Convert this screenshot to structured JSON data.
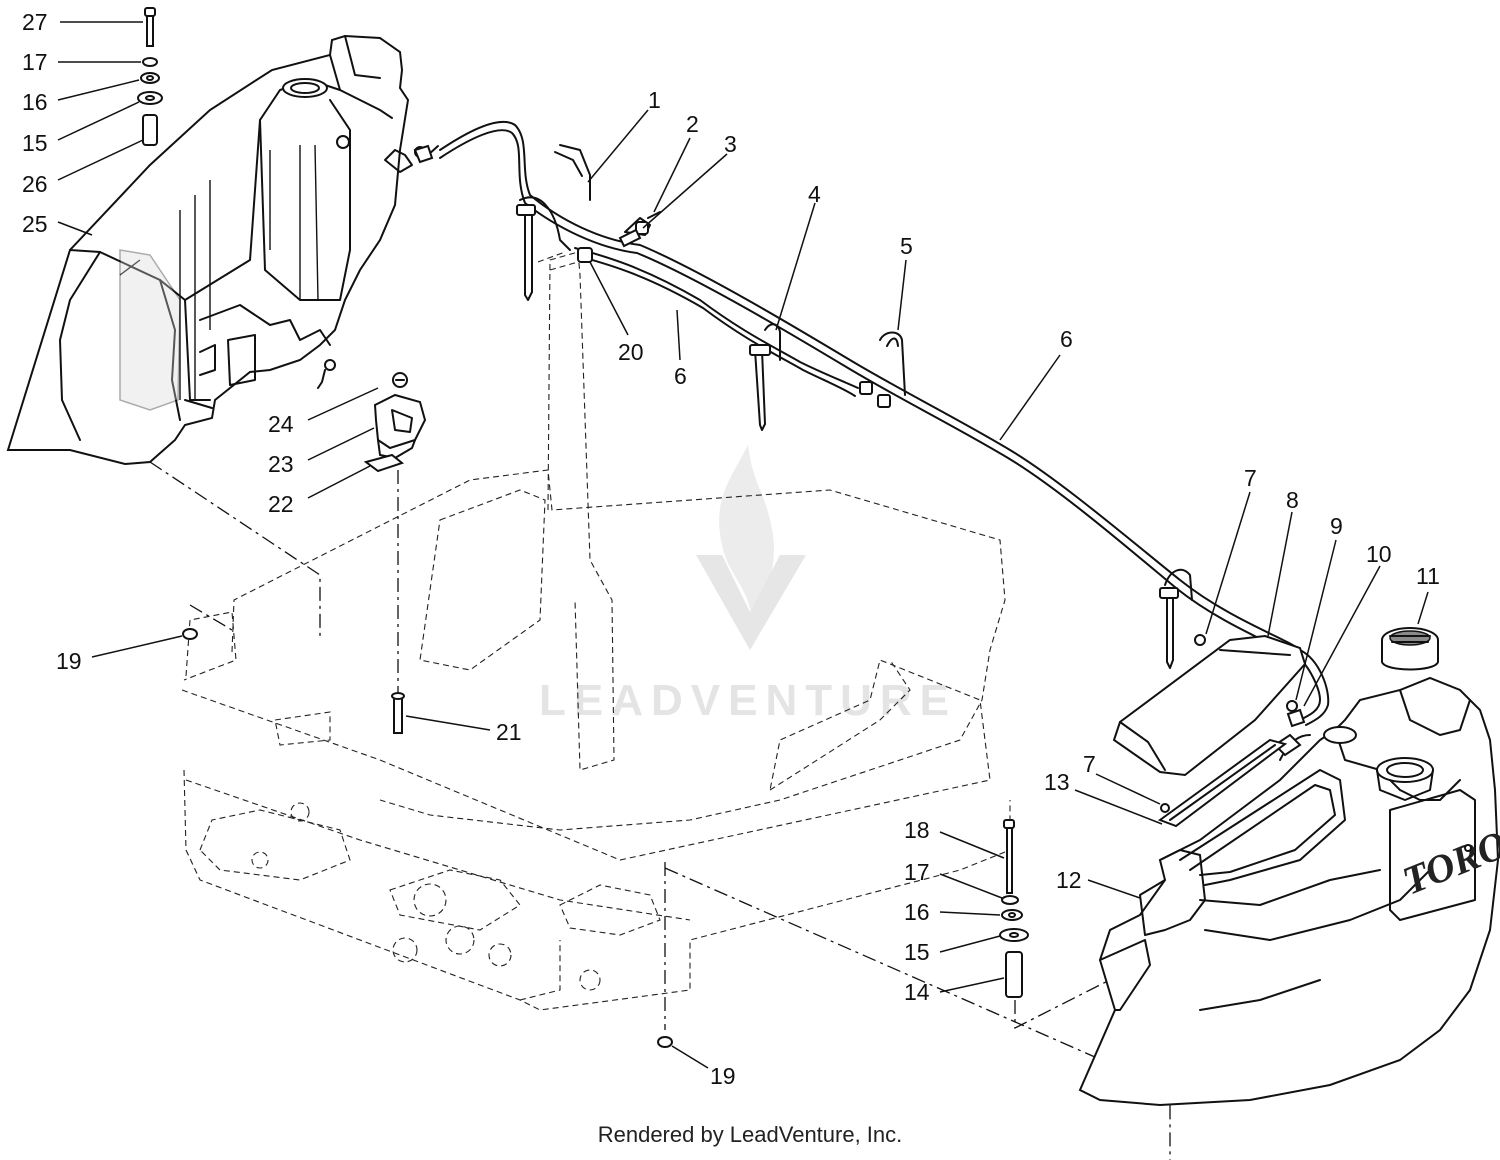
{
  "watermark": {
    "text": "LEADVENTURE"
  },
  "footer": {
    "text": "Rendered by LeadVenture, Inc."
  },
  "tank_brand": "TORO",
  "callouts": [
    {
      "id": "c27",
      "label": "27"
    },
    {
      "id": "c17a",
      "label": "17"
    },
    {
      "id": "c16a",
      "label": "16"
    },
    {
      "id": "c15a",
      "label": "15"
    },
    {
      "id": "c26",
      "label": "26"
    },
    {
      "id": "c25",
      "label": "25"
    },
    {
      "id": "c1",
      "label": "1"
    },
    {
      "id": "c2",
      "label": "2"
    },
    {
      "id": "c3",
      "label": "3"
    },
    {
      "id": "c4",
      "label": "4"
    },
    {
      "id": "c5",
      "label": "5"
    },
    {
      "id": "c6a",
      "label": "6"
    },
    {
      "id": "c6b",
      "label": "6"
    },
    {
      "id": "c20",
      "label": "20"
    },
    {
      "id": "c24",
      "label": "24"
    },
    {
      "id": "c23",
      "label": "23"
    },
    {
      "id": "c22",
      "label": "22"
    },
    {
      "id": "c19a",
      "label": "19"
    },
    {
      "id": "c21",
      "label": "21"
    },
    {
      "id": "c7a",
      "label": "7"
    },
    {
      "id": "c8",
      "label": "8"
    },
    {
      "id": "c9",
      "label": "9"
    },
    {
      "id": "c10",
      "label": "10"
    },
    {
      "id": "c11",
      "label": "11"
    },
    {
      "id": "c7b",
      "label": "7"
    },
    {
      "id": "c13",
      "label": "13"
    },
    {
      "id": "c12",
      "label": "12"
    },
    {
      "id": "c18",
      "label": "18"
    },
    {
      "id": "c17b",
      "label": "17"
    },
    {
      "id": "c16b",
      "label": "16"
    },
    {
      "id": "c15b",
      "label": "15"
    },
    {
      "id": "c14",
      "label": "14"
    },
    {
      "id": "c19b",
      "label": "19"
    }
  ]
}
